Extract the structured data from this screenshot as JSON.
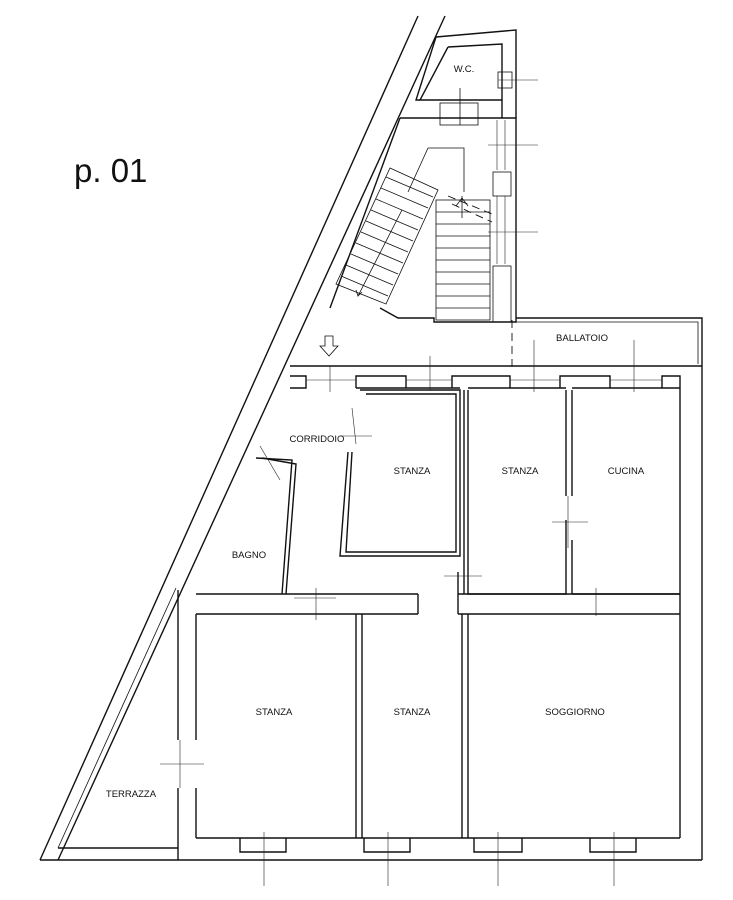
{
  "floor_label": "p. 01",
  "rooms": {
    "wc": "W.C.",
    "ballatoio": "BALLATOIO",
    "corridoio": "CORRIDOIO",
    "bagno": "BAGNO",
    "stanza_1": "STANZA",
    "stanza_2": "STANZA",
    "cucina": "CUCINA",
    "stanza_3": "STANZA",
    "stanza_4": "STANZA",
    "soggiorno": "SOGGIORNO",
    "terrazza": "TERRAZZA"
  }
}
